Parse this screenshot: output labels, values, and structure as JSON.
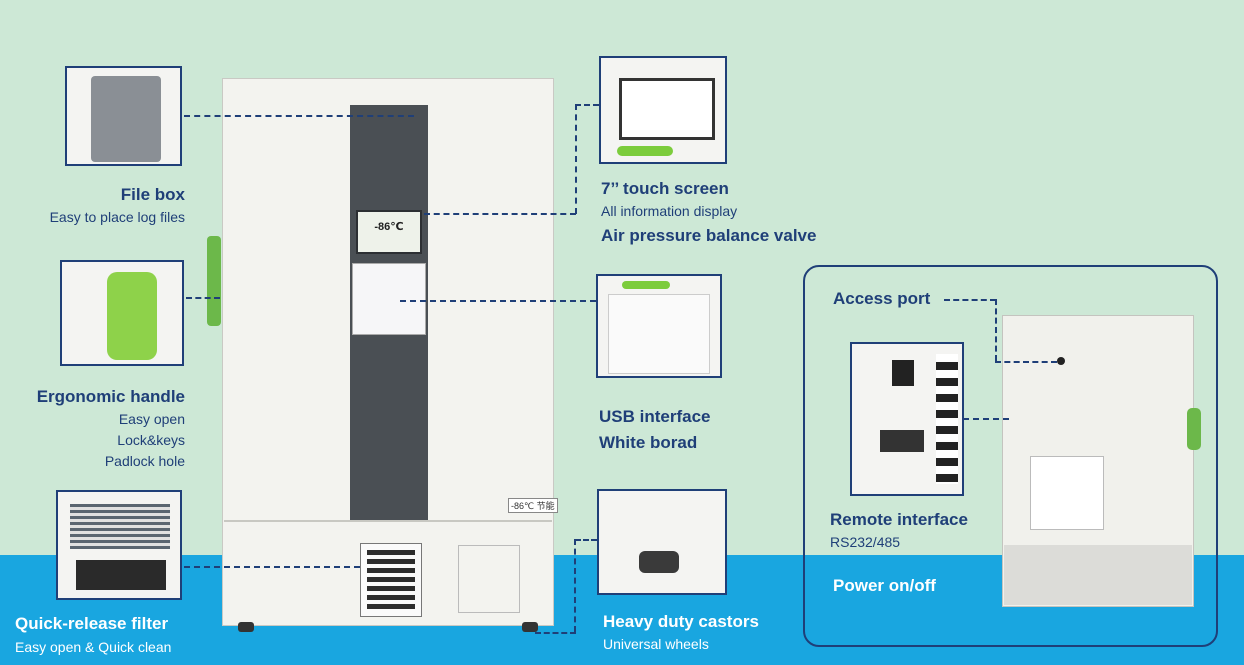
{
  "features": {
    "file_box": {
      "title": "File box",
      "lines": [
        "Easy to place log files"
      ]
    },
    "ergonomic_handle": {
      "title": "Ergonomic handle",
      "lines": [
        "Easy open",
        "Lock&keys",
        "Padlock hole"
      ]
    },
    "quick_release_filter": {
      "title": "Quick-release filter",
      "lines": [
        "Easy open & Quick clean"
      ]
    },
    "touch_screen": {
      "title": "7’’ touch screen",
      "lines": [
        "All information display"
      ],
      "extra": "Air pressure balance valve"
    },
    "usb": {
      "title": "USB interface",
      "extra": "White borad"
    },
    "castors": {
      "title": "Heavy duty castors",
      "lines": [
        "Universal wheels"
      ]
    },
    "access_port": {
      "title": "Access port"
    },
    "remote_interface": {
      "title": "Remote interface",
      "lines": [
        "RS232/485"
      ]
    },
    "power": {
      "title": "Power on/off"
    }
  },
  "product": {
    "temp_label": "-86℃",
    "badge": "-86℃ 节能"
  },
  "colors": {
    "bg_top": "#cde8d6",
    "bg_bottom": "#19a6e0",
    "accent": "#1f3f78",
    "green": "#6cb84a"
  }
}
